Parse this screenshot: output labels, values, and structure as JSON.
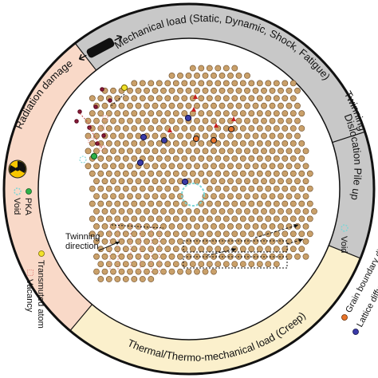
{
  "ring_labels": {
    "mechanical": "Mechanical load (Static, Dynamic, Shock, Fatigue)",
    "radiation": "Radiation damage",
    "thermal": "Thermal/Thermo-mechanical load (Creep)",
    "twinning": "Twinning",
    "dislocation": "Dislocation Pile up",
    "void_right": "Void"
  },
  "radiation_legend": {
    "pka": "PKA",
    "void": "Void",
    "transmuted_atom": "Transmuted atom",
    "vacancy": "Vacancy"
  },
  "thermal_legend": {
    "grain_boundary_diffusion": "Grain boundary diffusion",
    "lattice_diffusion": "Lattice diffusion"
  },
  "annotation": {
    "twinning_direction_line1": "Twinning",
    "twinning_direction_line2": "direction"
  },
  "colors": {
    "mechanical_band": "#c8c8c8",
    "radiation_band": "#f9d9c8",
    "thermal_band": "#fbf0cc",
    "dislocation_band": "#c8c8c8",
    "atom_fill": "#c9a06a",
    "atom_stroke": "#6b4a25",
    "pka": "#2db34a",
    "transmuted": "#f2e22a",
    "vacancy": "#e89a8f",
    "void_ring": "#7fd6d6",
    "gb_atom": "#e8732a",
    "lattice_atom": "#3a3aa8",
    "radiation_symbol": "#f7c600"
  }
}
